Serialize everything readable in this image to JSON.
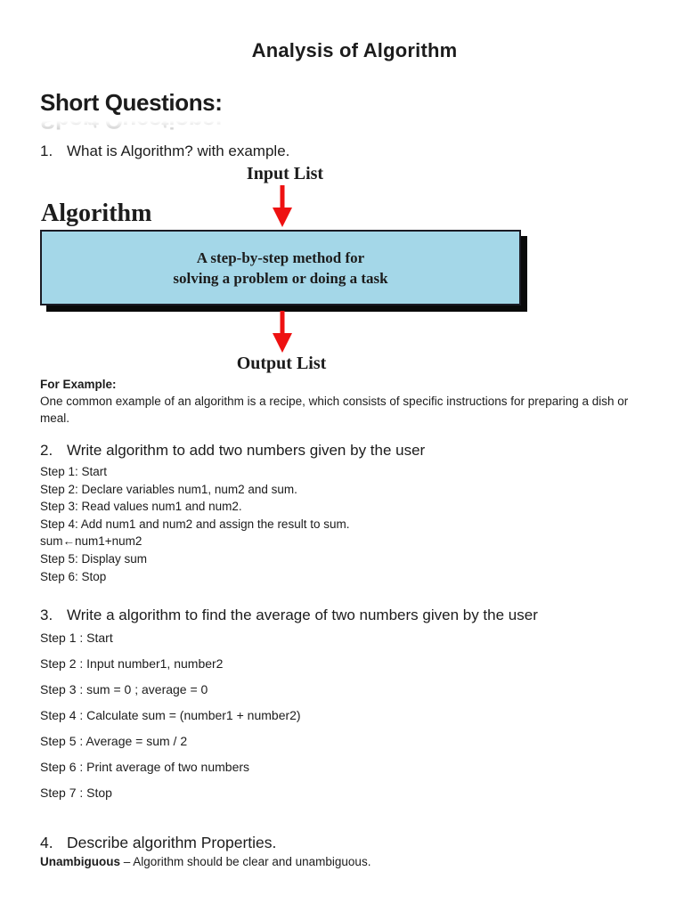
{
  "page": {
    "title": "Analysis of Algorithm",
    "section_heading": "Short Questions:"
  },
  "colors": {
    "box-fill": "#a4d7e8",
    "box-border": "#1b1b24",
    "box-shadow": "#0a0a0a",
    "arrow": "#ee1111",
    "ink": "#1c1c1c"
  },
  "diagram": {
    "input_label": "Input List",
    "algorithm_label": "Algorithm",
    "box_line1": "A step-by-step method for",
    "box_line2": "solving a problem or doing a task",
    "output_label": "Output List"
  },
  "example": {
    "heading": "For Example:",
    "body": "One common example of an algorithm is a recipe, which consists of specific instructions for preparing a dish or meal."
  },
  "questions": [
    {
      "num": "1.",
      "label": "What is Algorithm? with example."
    },
    {
      "num": "2.",
      "label": "Write algorithm to add two numbers given by the user",
      "steps": [
        "Step 1: Start",
        "Step 2: Declare variables num1, num2 and sum.",
        "Step 3: Read values num1 and num2.",
        "Step 4: Add num1 and num2 and assign the result to sum.",
        "sum←num1+num2",
        "Step 5: Display sum",
        "Step 6: Stop"
      ]
    },
    {
      "num": "3.",
      "label": "Write a algorithm to find the average of two numbers given by the user",
      "steps": [
        "Step 1 : Start",
        "Step 2 : Input number1, number2",
        "Step 3 : sum = 0 ; average = 0",
        "Step 4 : Calculate sum = (number1 + number2)",
        "Step 5 : Average = sum / 2",
        "Step 6 : Print average of two numbers",
        "Step 7 : Stop"
      ]
    },
    {
      "num": "4.",
      "label": "Describe algorithm Properties."
    }
  ],
  "properties": {
    "term": "Unambiguous",
    "definition": "– Algorithm should be clear and unambiguous."
  }
}
